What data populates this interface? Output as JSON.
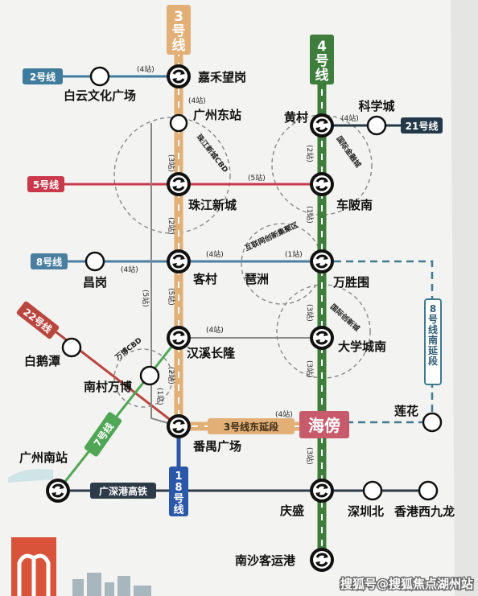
{
  "colors": {
    "line3": "#e2b077",
    "line4": "#3f7d3c",
    "line18": "#2b57a8",
    "line2": "#3f7b9c",
    "line5": "#c9394b",
    "line8": "#4a7fa1",
    "line21": "#233848",
    "line22": "#b9473f",
    "line7": "#4fa655",
    "line3ext": "#e2b077",
    "line8ext": "#3f7b8f",
    "hsr": "#2d3a48",
    "haibang": "#c75a6b",
    "circle": "#888888"
  },
  "lines": {
    "l3": "3号线",
    "l4": "4号线",
    "l18": "18号线",
    "l2": "2号线",
    "l5": "5号线",
    "l8": "8号线",
    "l21": "21号线",
    "l22": "22号线",
    "l7": "7号线",
    "l3ext": "3号线东延段",
    "l8ext": "8号线南延段",
    "hsr": "广深港高铁"
  },
  "stations": {
    "jiahewanggang": "嘉禾望岗",
    "baiyunwenhua": "白云文化广场",
    "guangzhoudong": "广州东站",
    "huangcun": "黄村",
    "kexuecheng": "科学城",
    "zhujiangxincheng": "珠江新城",
    "chebeinan": "车陂南",
    "changgang": "昌岗",
    "kecun": "客村",
    "pazhou": "琶洲",
    "wanshengwei": "万胜围",
    "baietan": "白鹅潭",
    "hanxichanglong": "汉溪长隆",
    "daxuechengnan": "大学城南",
    "nancunwanbo": "南村万博",
    "lianhua": "莲花",
    "haibang": "海傍",
    "panyuguangchang": "番禺广场",
    "guangzhounan": "广州南站",
    "qingsheng": "庆盛",
    "shenzhenbei": "深圳北",
    "hongkongxijiulong": "香港西九龙",
    "nanshakeyungang": "南沙客运港"
  },
  "counts": {
    "jh_baiyun": "(4站)",
    "jh_gzd": "(4站)",
    "gzd_zjxc": "(3站)",
    "zjxc_cbn": "(5站)",
    "hc_kxc": "(4站)",
    "hc_cbn": "(2站)",
    "zjxc_kc": "(2站)",
    "cbn_wsw": "(1站)",
    "cg_kc": "(4站)",
    "kc_pz": "(4站)",
    "pz_wsw": "(1站)",
    "kc_hxcl": "(5站)",
    "hxcl_dxcn": "(4站)",
    "wsw_dxcn": "(3站)",
    "hxcl_pygc": "(2站)",
    "gzd_pygc": "(5站)",
    "pygc_haibang": "(4站)",
    "dxcn_haibang": "(3站)",
    "haibang_qs": "(3站)",
    "nc_pygc": "(1站)"
  },
  "zones": {
    "zjxc_cbd": "珠江新城CBD",
    "gj_jinrong": "国际金融城",
    "hz_chuangxin": "互联网创新集聚区",
    "gj_chuangxin": "国际创新城",
    "wanbo_cbd": "万博CBD"
  },
  "watermark": "搜狐号@搜狐焦点湖州站"
}
